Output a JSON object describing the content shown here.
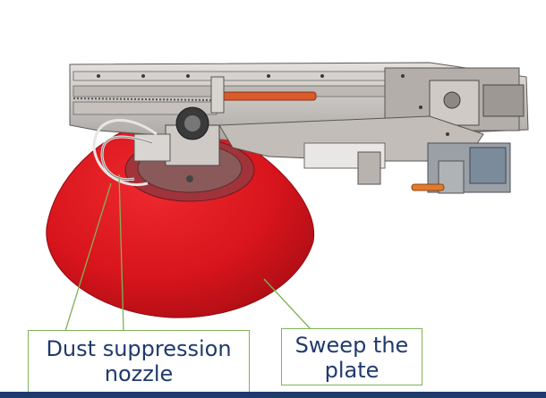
{
  "callouts": {
    "nozzle": {
      "line1": "Dust suppression",
      "line2": "nozzle"
    },
    "plate": {
      "line1": "Sweep the",
      "line2": "plate"
    }
  },
  "colors": {
    "plate": "#d8141c",
    "frame": "#c9c5c2",
    "callout_border": "#7fb357",
    "callout_text": "#1f3a6d",
    "bottom_bar": "#1f3a6d"
  }
}
